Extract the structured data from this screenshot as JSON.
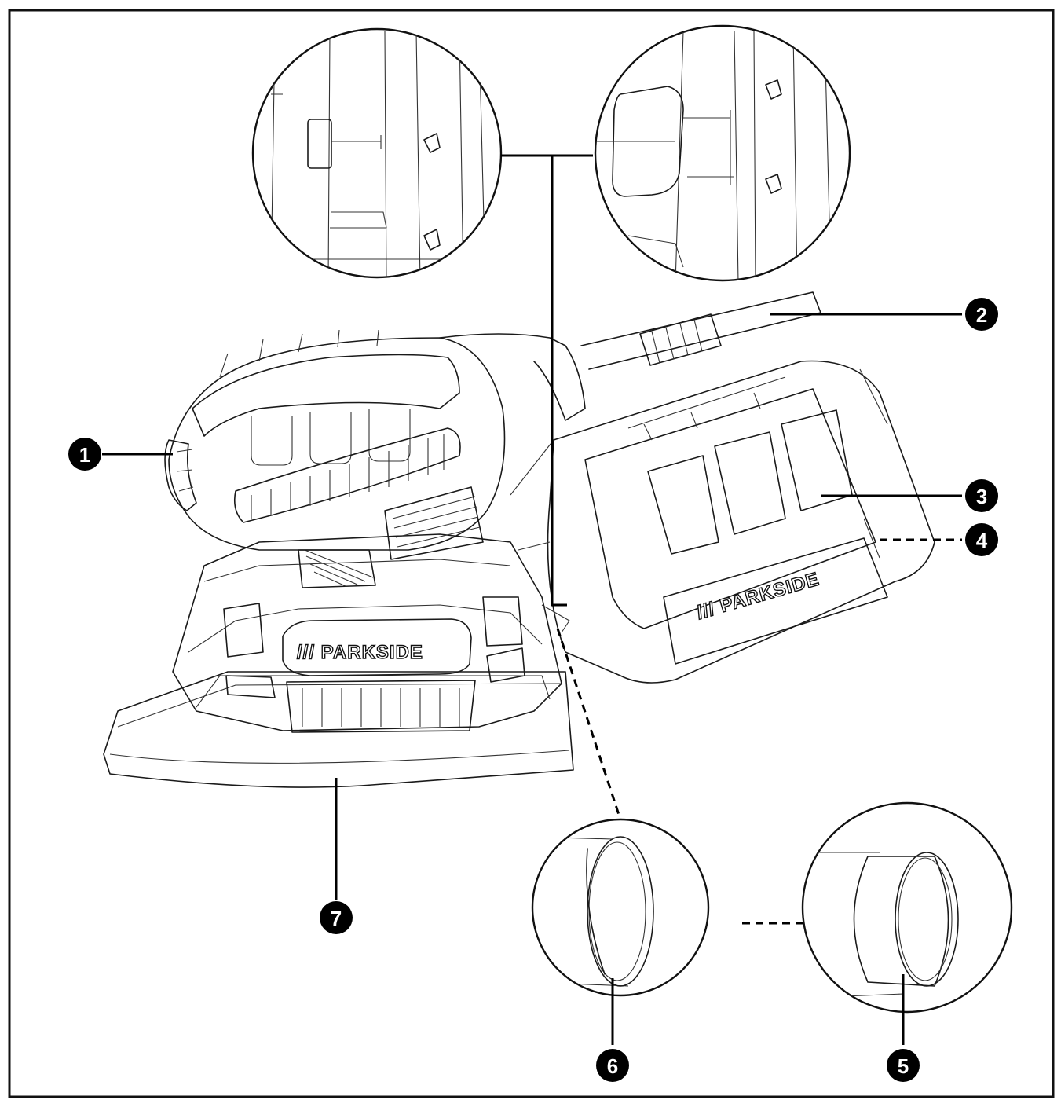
{
  "brand_front": "/// PARKSIDE",
  "brand_side": "/// PARKSIDE",
  "callouts": [
    "1",
    "2",
    "3",
    "4",
    "5",
    "6",
    "7"
  ],
  "colors": {
    "line": "#1a1a1a",
    "badge": "#000000",
    "background": "#ffffff"
  }
}
